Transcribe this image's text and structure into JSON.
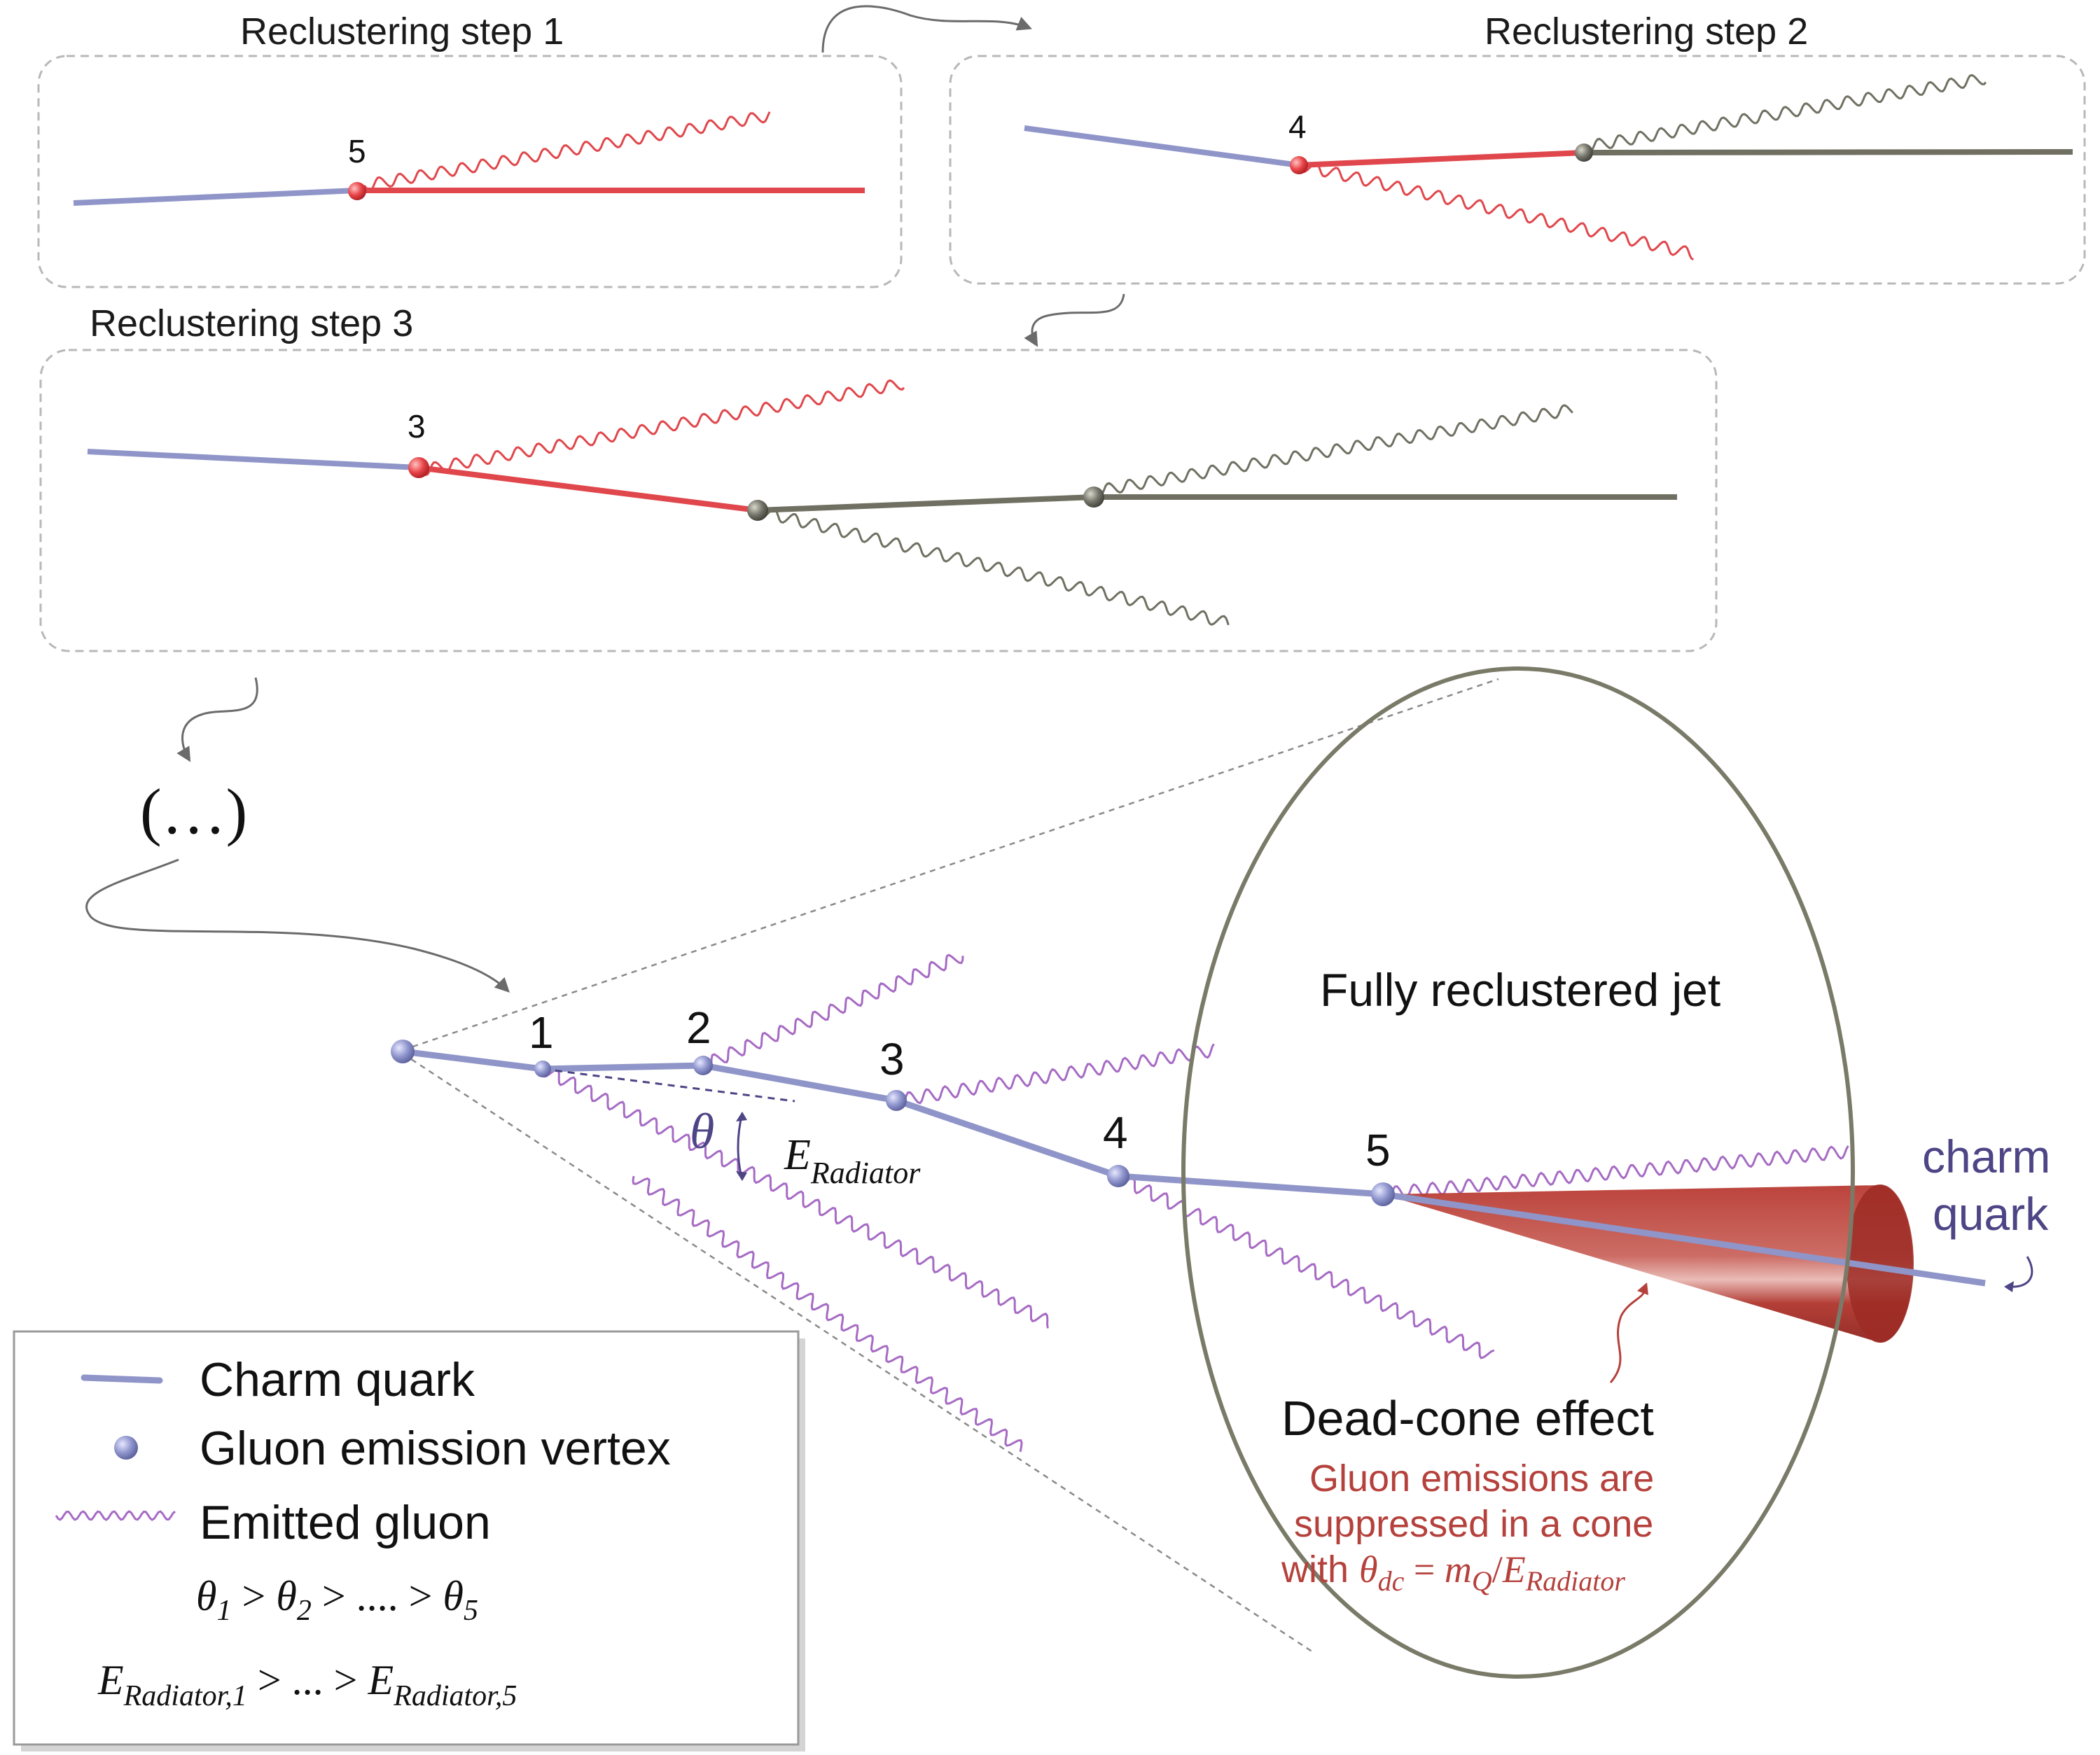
{
  "steps": [
    {
      "label": "Reclustering step 1",
      "vertex": "5"
    },
    {
      "label": "Reclustering step 2",
      "vertex": "4"
    },
    {
      "label": "Reclustering step 3",
      "vertex": "3"
    }
  ],
  "ellipsis": "(…)",
  "jet": {
    "title": "Fully reclustered jet",
    "vertices": [
      "1",
      "2",
      "3",
      "4",
      "5"
    ],
    "theta": "θ",
    "e_radiator": {
      "E": "E",
      "sub": "Radiator"
    },
    "charm_label": [
      "charm",
      "quark"
    ]
  },
  "deadcone": {
    "title": "Dead-cone effect",
    "desc1": "Gluon emissions are",
    "desc2": "suppressed in a cone",
    "desc3_prefix": "with ",
    "formula": {
      "theta": "θ",
      "theta_sub": "dc",
      "eq": " = ",
      "m": "m",
      "m_sub": "Q",
      "slash": "/",
      "E": "E",
      "E_sub": "Radiator"
    }
  },
  "legend": {
    "items": [
      {
        "label": "Charm quark",
        "icon": "charm-quark-line-icon"
      },
      {
        "label": "Gluon emission vertex",
        "icon": "vertex-sphere-icon"
      },
      {
        "label": "Emitted gluon",
        "icon": "gluon-wave-icon"
      }
    ],
    "ordering1": {
      "a": "θ",
      "as": "1",
      "gt1": " > ",
      "b": "θ",
      "bs": "2",
      "gt2": " > .... > ",
      "c": "θ",
      "cs": "5"
    },
    "ordering2": {
      "a": "E",
      "as": "Radiator,1",
      "gt": " > ... > ",
      "b": "E",
      "bs": "Radiator,5"
    }
  },
  "colors": {
    "charm": "#8f95c8",
    "red": "#e0474c",
    "grey": "#707062",
    "gluon_purple": "#a66bc4",
    "deadcone": "#a8332c",
    "deadcone_text": "#b5413c",
    "dark_label": "#4d4585"
  }
}
